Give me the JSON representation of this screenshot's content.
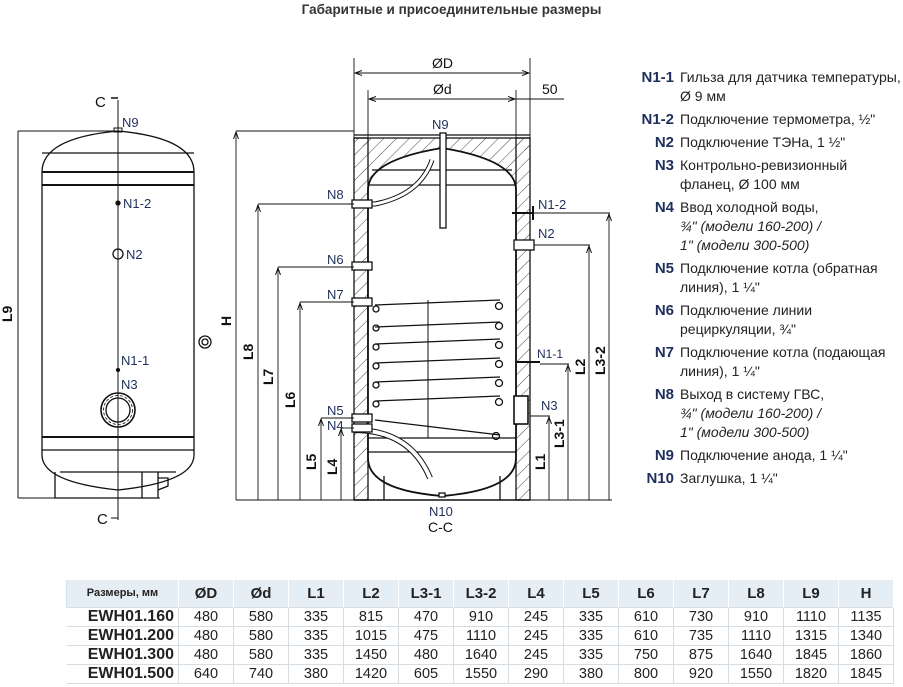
{
  "title": "Габаритные и присоединительные размеры",
  "diagram": {
    "side_view": {
      "section_mark_top": "C",
      "section_mark_bottom": "C",
      "labels": [
        "N9",
        "N1-2",
        "N2",
        "N1-1",
        "N3"
      ],
      "dimension": "L9"
    },
    "section_view": {
      "caption": "C-C",
      "top_dims": [
        "ØD",
        "Ød",
        "50"
      ],
      "labels_left": [
        "N9",
        "N8",
        "N6",
        "N7",
        "N5",
        "N4"
      ],
      "labels_right": [
        "N1-2",
        "N2",
        "N1-1",
        "N3"
      ],
      "label_bottom": "N10",
      "dims_left": [
        "H",
        "L8",
        "L7",
        "L6",
        "L5",
        "L4"
      ],
      "dims_right": [
        "L1",
        "L3-1",
        "L2",
        "L3-2"
      ]
    }
  },
  "legend": [
    {
      "code": "N1-1",
      "text": "Гильза для датчика температуры, Ø 9 мм"
    },
    {
      "code": "N1-2",
      "text": "Подключение термометра, ½\""
    },
    {
      "code": "N2",
      "text": "Подключение ТЭНа, 1 ½\""
    },
    {
      "code": "N3",
      "text": "Контрольно-ревизионный фланец, Ø 100 мм"
    },
    {
      "code": "N4",
      "text": "Ввод холодной воды,",
      "variant1": "¾\" (модели 160-200) /",
      "variant2": "1\" (модели 300-500)"
    },
    {
      "code": "N5",
      "text": "Подключение котла (обратная линия), 1 ¼\""
    },
    {
      "code": "N6",
      "text": "Подключение линии рециркуляции, ¾\""
    },
    {
      "code": "N7",
      "text": "Подключение котла (подающая линия), 1 ¼\""
    },
    {
      "code": "N8",
      "text": "Выход в систему ГВС,",
      "variant1": "¾\" (модели 160-200) /",
      "variant2": "1\" (модели 300-500)"
    },
    {
      "code": "N9",
      "text": "Подключение анода, 1 ¼\""
    },
    {
      "code": "N10",
      "text": "Заглушка, 1 ¼\""
    }
  ],
  "table": {
    "corner_header": "Размеры, мм",
    "columns": [
      "ØD",
      "Ød",
      "L1",
      "L2",
      "L3-1",
      "L3-2",
      "L4",
      "L5",
      "L6",
      "L7",
      "L8",
      "L9",
      "H"
    ],
    "rows": [
      {
        "model": "EWH01.160",
        "values": [
          "480",
          "580",
          "335",
          "815",
          "470",
          "910",
          "245",
          "335",
          "610",
          "730",
          "910",
          "1110",
          "1135"
        ]
      },
      {
        "model": "EWH01.200",
        "values": [
          "480",
          "580",
          "335",
          "1015",
          "475",
          "1110",
          "245",
          "335",
          "610",
          "735",
          "1110",
          "1315",
          "1340"
        ]
      },
      {
        "model": "EWH01.300",
        "values": [
          "480",
          "580",
          "335",
          "1450",
          "480",
          "1640",
          "245",
          "335",
          "750",
          "875",
          "1640",
          "1845",
          "1860"
        ]
      },
      {
        "model": "EWH01.500",
        "values": [
          "640",
          "740",
          "380",
          "1420",
          "605",
          "1550",
          "290",
          "380",
          "800",
          "920",
          "1550",
          "1820",
          "1845"
        ]
      }
    ]
  },
  "colors": {
    "label_navy": "#1f2f5c",
    "table_header_bg": "#e6eef5"
  }
}
